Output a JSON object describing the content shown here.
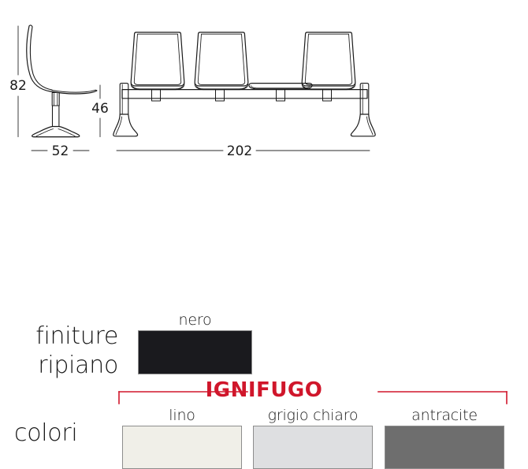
{
  "drawing": {
    "chair_side": {
      "height_label": "82",
      "seat_height_label": "46",
      "width_label": "52"
    },
    "bench": {
      "width_label": "202",
      "seat_count": 3,
      "tray_count": 1
    }
  },
  "colori": {
    "section_label": "colori",
    "badge": "IGNIFUGO",
    "badge_color": "#d0162b",
    "swatches": [
      {
        "name": "lino",
        "hex": "#f0efe8"
      },
      {
        "name": "grigio chiaro",
        "hex": "#dedfe1"
      },
      {
        "name": "antracite",
        "hex": "#6e6e6e"
      }
    ]
  },
  "finiture": {
    "section_label_line1": "finiture",
    "section_label_line2": "ripiano",
    "swatches": [
      {
        "name": "nero",
        "hex": "#1a1a1e"
      }
    ]
  }
}
